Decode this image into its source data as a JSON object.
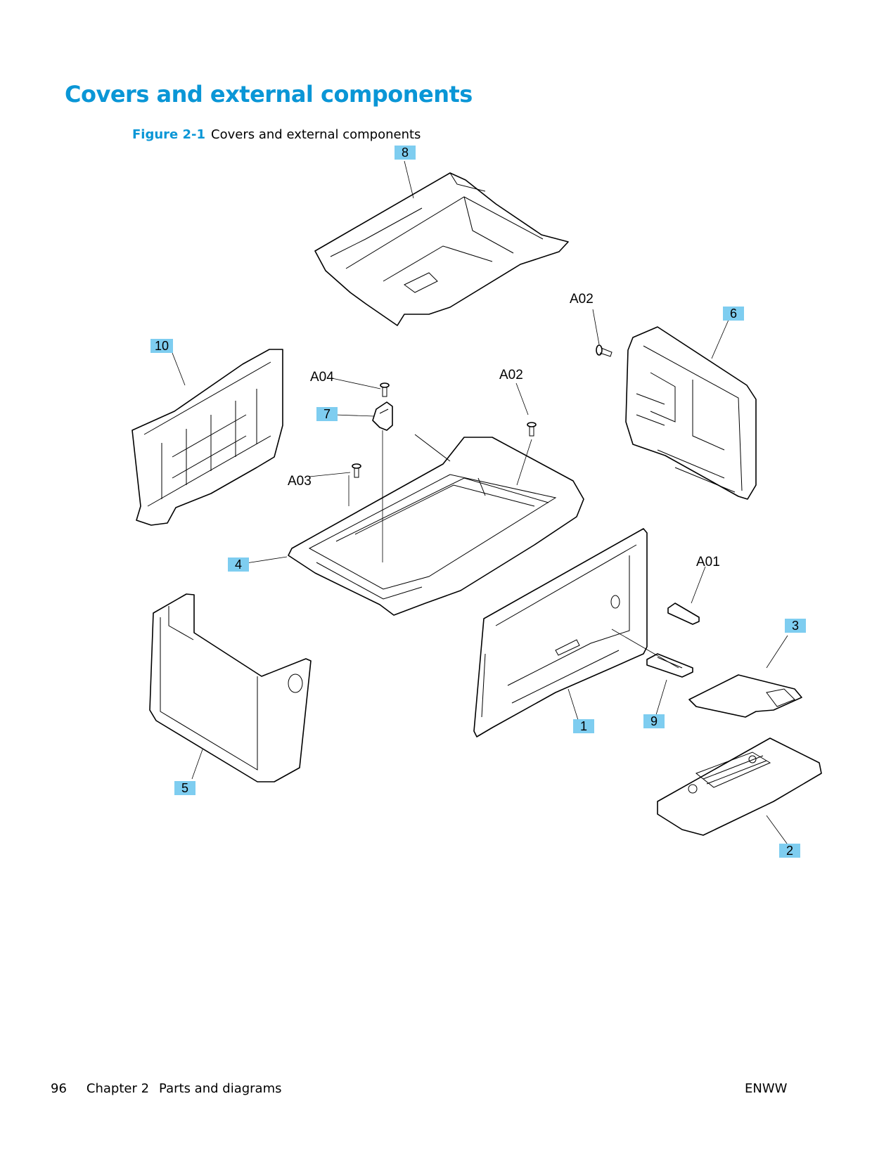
{
  "page": {
    "heading": "Covers and external components",
    "figure": {
      "label": "Figure 2-1",
      "title": "Covers and external components"
    }
  },
  "callouts": [
    "1",
    "2",
    "3",
    "4",
    "5",
    "6",
    "7",
    "8",
    "9",
    "10"
  ],
  "screw_refs": [
    "A01",
    "A02",
    "A02",
    "A03",
    "A04"
  ],
  "footer": {
    "page_number": "96",
    "chapter": "Chapter 2",
    "section": "Parts and diagrams",
    "right": "ENWW"
  }
}
